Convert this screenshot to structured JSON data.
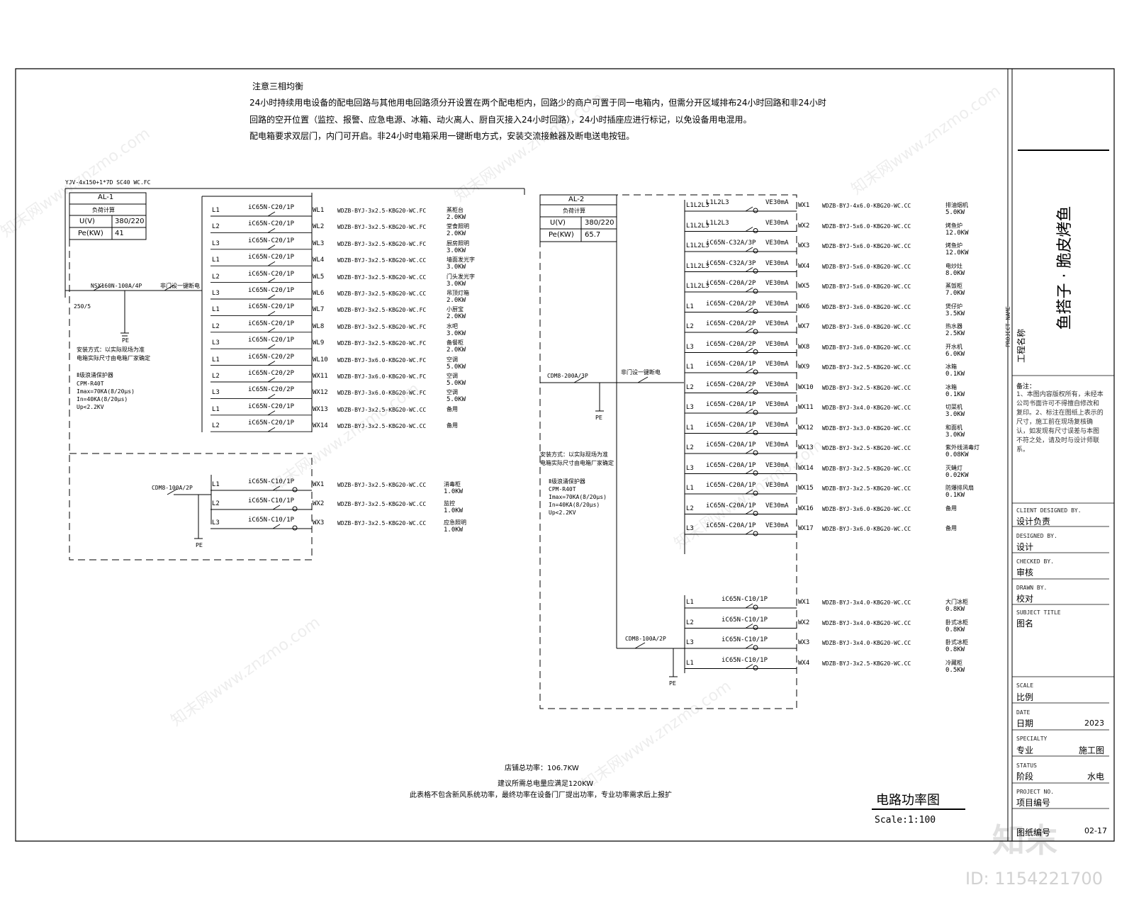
{
  "notes": {
    "title": "注意三相均衡",
    "lines": [
      "24小时持续用电设备的配电回路与其他用电回路须分开设置在两个配电柜内，回路少的商户可置于同一电箱内，但需分开区域排布24小时回路和非24小时",
      "回路的空开位置（监控、报警、应急电源、冰箱、动火离人、厨自灭接入24小时回路），24小时插座应进行标记，以免设备用电混用。",
      "配电箱要求双层门，内门可开启。非24小时电箱采用一键断电方式，安装交流接触器及断电送电按钮。"
    ]
  },
  "panel1": {
    "cable": "YJV-4x150+1*7D SC40 WC.FC",
    "name": "AL-1",
    "load_calc": "负荷计算",
    "u_label": "U(V)",
    "u_value": "380/220",
    "pe_label": "Pe(KW)",
    "pe_value": "41",
    "main_breaker": "NSX160N-100A/4P",
    "ct": "250/5",
    "onekey": "非门设一键断电",
    "pe": "PE",
    "install": [
      "安装方式：以实际现场为准",
      "电箱实际尺寸由电箱厂家确定"
    ],
    "spd": [
      "Ⅱ级浪涌保护器",
      "CPM-R40T",
      "Imax=70KA(8/20μs)",
      "In=40KA(8/20μs)",
      "Up<2.2KV"
    ],
    "circuits": [
      {
        "phase": "L1",
        "breaker": "iC65N-C20/1P",
        "id": "WL1",
        "cable": "WDZB-BYJ-3x2.5-KBG20-WC.FC",
        "load": "蒸柜台",
        "power": "2.0KW"
      },
      {
        "phase": "L2",
        "breaker": "iC65N-C20/1P",
        "id": "WL2",
        "cable": "WDZB-BYJ-3x2.5-KBG20-WC.FC",
        "load": "堂食照明",
        "power": "2.0KW"
      },
      {
        "phase": "L3",
        "breaker": "iC65N-C20/1P",
        "id": "WL3",
        "cable": "WDZB-BYJ-3x2.5-KBG20-WC.FC",
        "load": "厨房照明",
        "power": "3.0KW"
      },
      {
        "phase": "L1",
        "breaker": "iC65N-C20/1P",
        "id": "WL4",
        "cable": "WDZB-BYJ-3x2.5-KBG20-WC.CC",
        "load": "墙面发光字",
        "power": "3.0KW"
      },
      {
        "phase": "L2",
        "breaker": "iC65N-C20/1P",
        "id": "WL5",
        "cable": "WDZB-BYJ-3x2.5-KBG20-WC.CC",
        "load": "门头发光字",
        "power": "3.0KW"
      },
      {
        "phase": "L3",
        "breaker": "iC65N-C20/1P",
        "id": "WL6",
        "cable": "WDZB-BYJ-3x2.5-KBG20-WC.CC",
        "load": "吊顶灯箱",
        "power": "2.0KW"
      },
      {
        "phase": "L1",
        "breaker": "iC65N-C20/1P",
        "id": "WL7",
        "cable": "WDZB-BYJ-3x2.5-KBG20-WC.FC",
        "load": "小厨宝",
        "power": "2.0KW"
      },
      {
        "phase": "L2",
        "breaker": "iC65N-C20/1P",
        "id": "WL8",
        "cable": "WDZB-BYJ-3x2.5-KBG20-WC.FC",
        "load": "水吧",
        "power": "3.0KW"
      },
      {
        "phase": "L3",
        "breaker": "iC65N-C20/1P",
        "id": "WL9",
        "cable": "WDZB-BYJ-3x2.5-KBG20-WC.FC",
        "load": "备餐柜",
        "power": "2.0KW"
      },
      {
        "phase": "L1",
        "breaker": "iC65N-C20/2P",
        "id": "WL10",
        "cable": "WDZB-BYJ-3x6.0-KBG20-WC.FC",
        "load": "空调",
        "power": "5.0KW"
      },
      {
        "phase": "L2",
        "breaker": "iC65N-C20/2P",
        "id": "WX11",
        "cable": "WDZB-BYJ-3x6.0-KBG20-WC.FC",
        "load": "空调",
        "power": "5.0KW"
      },
      {
        "phase": "L3",
        "breaker": "iC65N-C20/2P",
        "id": "WX12",
        "cable": "WDZB-BYJ-3x6.0-KBG20-WC.FC",
        "load": "空调",
        "power": "5.0KW"
      },
      {
        "phase": "L1",
        "breaker": "iC65N-C20/1P",
        "id": "WX13",
        "cable": "WDZB-BYJ-3x2.5-KBG20-WC.CC",
        "load": "备用",
        "power": ""
      },
      {
        "phase": "L2",
        "breaker": "iC65N-C20/1P",
        "id": "WX14",
        "cable": "WDZB-BYJ-3x2.5-KBG20-WC.CC",
        "load": "备用",
        "power": ""
      }
    ],
    "sub_breaker": "CDM8-100A/2P",
    "sub_pe": "PE",
    "sub_circuits": [
      {
        "phase": "L1",
        "breaker": "iC65N-C10/1P",
        "id": "WX1",
        "cable": "WDZB-BYJ-3x2.5-KBG20-WC.CC",
        "load": "消毒柜",
        "power": "1.0KW"
      },
      {
        "phase": "L2",
        "breaker": "iC65N-C10/1P",
        "id": "WX2",
        "cable": "WDZB-BYJ-3x2.5-KBG20-WC.CC",
        "load": "监控",
        "power": "1.0KW"
      },
      {
        "phase": "L3",
        "breaker": "iC65N-C10/1P",
        "id": "WX3",
        "cable": "WDZB-BYJ-3x2.5-KBG20-WC.CC",
        "load": "应急照明",
        "power": "1.0KW"
      }
    ]
  },
  "panel2": {
    "name": "AL-2",
    "load_calc": "负荷计算",
    "u_label": "U(V)",
    "u_value": "380/220",
    "pe_label": "Pe(KW)",
    "pe_value": "65.7",
    "main_breaker": "CDM8-200A/3P",
    "onekey": "非门设一键断电",
    "pe": "PE",
    "install": [
      "安装方式：以实际现场为准",
      "电箱实际尺寸由电箱厂家确定"
    ],
    "spd": [
      "Ⅱ级浪涌保护器",
      "CPM-R40T",
      "Imax=70KA(8/20μs)",
      "In=40KA(8/20μs)",
      "Up<2.2KV"
    ],
    "circuits": [
      {
        "phase": "L1L2L3",
        "breaker": "L1L2L3",
        "rcd": "VE30mA",
        "id": "WX1",
        "cable": "WDZB-BYJ-4x6.0-KBG20-WC.CC",
        "load": "排油烟机",
        "power": "5.0KW"
      },
      {
        "phase": "L1L2L3",
        "breaker": "L1L2L3",
        "rcd": "VE30mA",
        "id": "WX2",
        "cable": "WDZB-BYJ-5x6.0-KBG20-WC.CC",
        "load": "烤鱼炉",
        "power": "12.0KW"
      },
      {
        "phase": "L1L2L3",
        "breaker": "iC65N-C32A/3P",
        "rcd": "VE30mA",
        "id": "WX3",
        "cable": "WDZB-BYJ-5x6.0-KBG20-WC.CC",
        "load": "烤鱼炉",
        "power": "12.0KW"
      },
      {
        "phase": "L1L2L3",
        "breaker": "iC65N-C32A/3P",
        "rcd": "VE30mA",
        "id": "WX4",
        "cable": "WDZB-BYJ-5x6.0-KBG20-WC.CC",
        "load": "电炒灶",
        "power": "8.0KW"
      },
      {
        "phase": "L1L2L3",
        "breaker": "iC65N-C20A/2P",
        "rcd": "VE30mA",
        "id": "WX5",
        "cable": "WDZB-BYJ-5x6.0-KBG20-WC.CC",
        "load": "蒸饭柜",
        "power": "7.0KW"
      },
      {
        "phase": "L1",
        "breaker": "iC65N-C20A/2P",
        "rcd": "VE30mA",
        "id": "WX6",
        "cable": "WDZB-BYJ-3x6.0-KBG20-WC.CC",
        "load": "煲仔炉",
        "power": "3.5KW"
      },
      {
        "phase": "L2",
        "breaker": "iC65N-C20A/2P",
        "rcd": "VE30mA",
        "id": "WX7",
        "cable": "WDZB-BYJ-3x6.0-KBG20-WC.CC",
        "load": "热水器",
        "power": "2.5KW"
      },
      {
        "phase": "L3",
        "breaker": "iC65N-C20A/2P",
        "rcd": "VE30mA",
        "id": "WX8",
        "cable": "WDZB-BYJ-3x6.0-KBG20-WC.CC",
        "load": "开水机",
        "power": "6.0KW"
      },
      {
        "phase": "L1",
        "breaker": "iC65N-C20A/1P",
        "rcd": "VE30mA",
        "id": "WX9",
        "cable": "WDZB-BYJ-3x2.5-KBG20-WC.CC",
        "load": "冰箱",
        "power": "0.1KW"
      },
      {
        "phase": "L2",
        "breaker": "iC65N-C20A/2P",
        "rcd": "VE30mA",
        "id": "WX10",
        "cable": "WDZB-BYJ-3x2.5-KBG20-WC.CC",
        "load": "冰箱",
        "power": "0.1KW"
      },
      {
        "phase": "L3",
        "breaker": "iC65N-C20A/1P",
        "rcd": "VE30mA",
        "id": "WX11",
        "cable": "WDZB-BYJ-3x4.0-KBG20-WC.CC",
        "load": "切菜机",
        "power": "3.0KW"
      },
      {
        "phase": "L1",
        "breaker": "iC65N-C20A/1P",
        "rcd": "VE30mA",
        "id": "WX12",
        "cable": "WDZB-BYJ-3x3.0-KBG20-WC.CC",
        "load": "和面机",
        "power": "3.0KW"
      },
      {
        "phase": "L2",
        "breaker": "iC65N-C20A/1P",
        "rcd": "VE30mA",
        "id": "WX13",
        "cable": "WDZB-BYJ-3x2.5-KBG20-WC.CC",
        "load": "紫外线消毒灯",
        "power": "0.08KW"
      },
      {
        "phase": "L3",
        "breaker": "iC65N-C20A/1P",
        "rcd": "VE30mA",
        "id": "WX14",
        "cable": "WDZB-BYJ-3x2.5-KBG20-WC.CC",
        "load": "灭蝇灯",
        "power": "0.02KW"
      },
      {
        "phase": "L1",
        "breaker": "iC65N-C20A/1P",
        "rcd": "VE30mA",
        "id": "WX15",
        "cable": "WDZB-BYJ-3x2.5-KBG20-WC.CC",
        "load": "防爆排风扇",
        "power": "0.1KW"
      },
      {
        "phase": "L2",
        "breaker": "iC65N-C20A/1P",
        "rcd": "VE30mA",
        "id": "WX16",
        "cable": "WDZB-BYJ-3x6.0-KBG20-WC.CC",
        "load": "备用",
        "power": ""
      },
      {
        "phase": "L3",
        "breaker": "iC65N-C20A/1P",
        "rcd": "VE30mA",
        "id": "WX17",
        "cable": "WDZB-BYJ-3x6.0-KBG20-WC.CC",
        "load": "备用",
        "power": ""
      }
    ],
    "sub_breaker": "CDM8-100A/2P",
    "sub_pe": "PE",
    "sub_circuits": [
      {
        "phase": "L1",
        "breaker": "iC65N-C10/1P",
        "id": "WX1",
        "cable": "WDZB-BYJ-3x4.0-KBG20-WC.CC",
        "load": "大门冰柜",
        "power": "0.8KW"
      },
      {
        "phase": "L2",
        "breaker": "iC65N-C10/1P",
        "id": "WX2",
        "cable": "WDZB-BYJ-3x4.0-KBG20-WC.CC",
        "load": "卧式冰柜",
        "power": "0.8KW"
      },
      {
        "phase": "L3",
        "breaker": "iC65N-C10/1P",
        "id": "WX3",
        "cable": "WDZB-BYJ-3x4.0-KBG20-WC.CC",
        "load": "卧式冰柜",
        "power": "0.8KW"
      },
      {
        "phase": "L1",
        "breaker": "iC65N-C10/1P",
        "id": "WX4",
        "cable": "WDZB-BYJ-3x2.5-KBG20-WC.CC",
        "load": "冷藏柜",
        "power": "0.5KW"
      }
    ]
  },
  "summary": [
    "店铺总功率：106.7KW",
    "建议所需总电量应满足120KW",
    "此表格不包含新风系统功率，最终功率在设备门厂提出功率，专业功率需求后上报扩"
  ],
  "drawing": {
    "title": "电路功率图",
    "scale": "Scale:1:100"
  },
  "title_block": {
    "project": "鱼搭子 · 脆皮烤鱼",
    "project_name_label": "PROJECT NAME",
    "project_name": "工程名称",
    "remarks_title": "备注：",
    "remarks": "1、本图内容版权所有，未经本公司书面许可不得擅自修改和复印。2、标注在图纸上表示的尺寸，施工前在现场复核确认，如发现有尺寸误差与本图不符之处，请及时与设计师联系。",
    "client_label": "CLIENT DESIGNED BY.",
    "client": "设计负责",
    "designed_label": "DESIGNED BY.",
    "designed": "设计",
    "checked_label": "CHECKED BY.",
    "checked": "审核",
    "drawn_label": "DRAWN BY.",
    "drawn": "校对",
    "subject_label": "SUBJECT TITLE",
    "subject": "图名",
    "scale_label": "SCALE",
    "scale": "比例",
    "date_label": "DATE",
    "date": "日期",
    "date_value": "2023",
    "specialty_label": "SPECIALTY",
    "specialty": "专业",
    "specialty_value": "施工图",
    "status_label": "STATUS",
    "status": "阶段",
    "status_value": "水电",
    "project_no_label": "PROJECT NO.",
    "project_no": "项目编号",
    "sheet_label": "图纸编号",
    "sheet_value": "02-17"
  },
  "watermark": {
    "logo": "知末",
    "id": "ID: 1154221700",
    "text": "知末网www.znzmo.com"
  }
}
